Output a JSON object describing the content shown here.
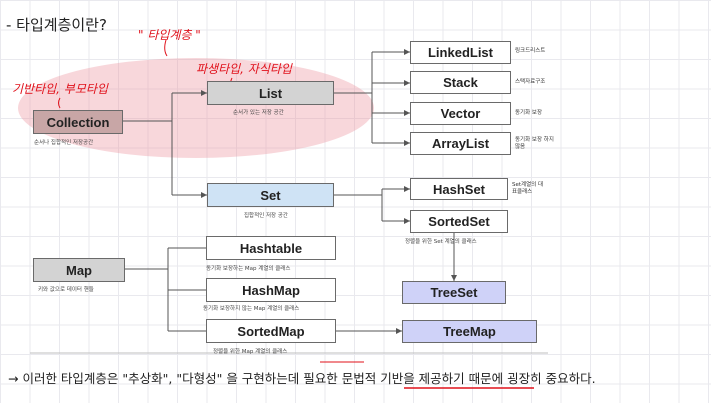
{
  "heading": "- 타입계층이란?",
  "annotations": {
    "type_hierarchy": "\" 타입계층 \"",
    "supertype": "기반타입, 부모타입",
    "subtype": "파생타입, 자식타입"
  },
  "nodes": {
    "collection": {
      "label": "Collection",
      "caption": "순서나 집합적인 저장공간"
    },
    "list": {
      "label": "List",
      "caption": "순서가 있는 저장 공간"
    },
    "set": {
      "label": "Set",
      "caption": "집합적인 저장 공간"
    },
    "map": {
      "label": "Map",
      "caption": "키와 값으로 데이터 핸들"
    },
    "linkedlist": {
      "label": "LinkedList",
      "note": "링크드리스트"
    },
    "stack": {
      "label": "Stack",
      "note": "스택자료구조"
    },
    "vector": {
      "label": "Vector",
      "note": "동기화 보장"
    },
    "arraylist": {
      "label": "ArrayList",
      "note": "동기화 보장 하지 않음"
    },
    "hashset": {
      "label": "HashSet",
      "note": "Set계열의 대표클래스"
    },
    "sortedset": {
      "label": "SortedSet",
      "caption": "정렬을 위한 Set 계열의 클래스"
    },
    "treeset": {
      "label": "TreeSet"
    },
    "hashtable": {
      "label": "Hashtable",
      "caption": "동기화 보장하는 Map 계열의 클래스"
    },
    "hashmap": {
      "label": "HashMap",
      "caption": "동기화 보장하지 않는 Map 계열의 클래스"
    },
    "sortedmap": {
      "label": "SortedMap",
      "caption": "정렬을 위한 Map 계열의 클래스"
    },
    "treemap": {
      "label": "TreeMap"
    }
  },
  "conclusion": "→ 이러한 타입계층은 \"추상화\", \"다형성\" 을 구현하는데 필요한 문법적 기반을 제공하기 때문에 굉장히 중요하다."
}
